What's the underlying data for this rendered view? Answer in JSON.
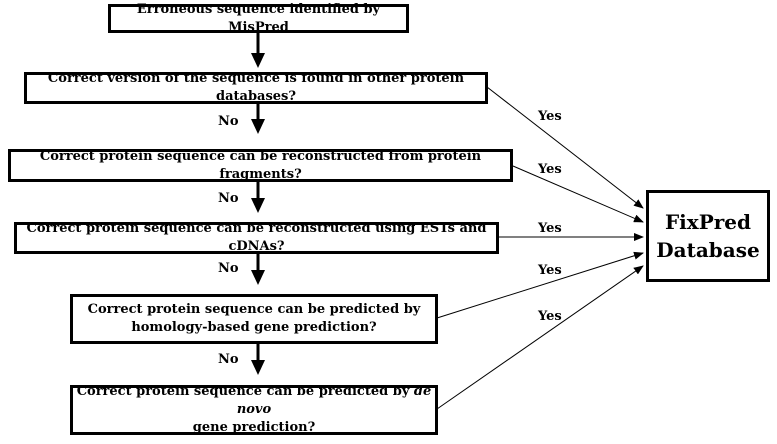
{
  "steps": [
    {
      "text": "Erroneous sequence identified by MisPred"
    },
    {
      "text": "Correct version of the sequence is found in other protein databases?"
    },
    {
      "text": "Correct protein sequence can be reconstructed from protein fragments?"
    },
    {
      "text": "Correct protein sequence can be reconstructed using ESTs and cDNAs?"
    },
    {
      "line1": "Correct protein sequence can be predicted by",
      "line2": "homology-based gene prediction?"
    },
    {
      "line1_prefix": "Correct protein sequence can be predicted by ",
      "line1_italic": "de novo",
      "line2": "gene prediction?"
    }
  ],
  "database": {
    "line1": "FixPred",
    "line2": "Database"
  },
  "labels": {
    "no": "No",
    "yes": "Yes"
  },
  "colors": {
    "stroke": "#000000",
    "background": "#ffffff"
  }
}
